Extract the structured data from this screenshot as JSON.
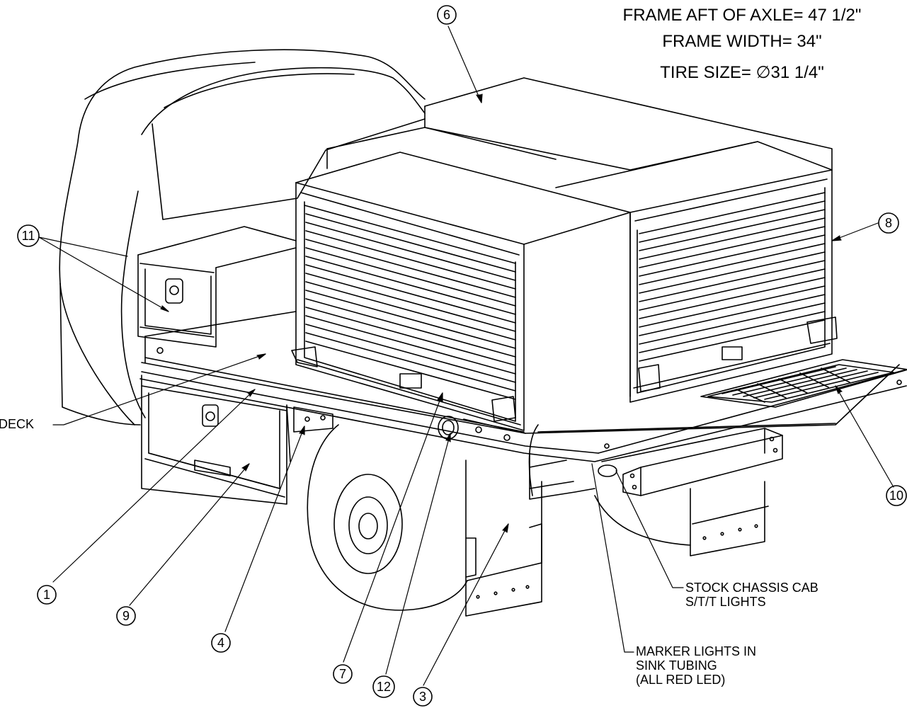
{
  "specs": {
    "line1": "FRAME AFT OF AXLE= 47 1/2\"",
    "line2": "FRAME WIDTH= 34\"",
    "line3": "TIRE SIZE= ",
    "tire_symbol": "∅",
    "tire_value": "31 1/4\""
  },
  "notes": {
    "deck": "DECK",
    "stock_lights_1": "STOCK CHASSIS CAB",
    "stock_lights_2": "S/T/T LIGHTS",
    "marker_1": "MARKER LIGHTS IN",
    "marker_2": "SINK TUBING",
    "marker_3": "(ALL RED LED)"
  },
  "balloons": [
    "1",
    "3",
    "4",
    "6",
    "7",
    "8",
    "9",
    "10",
    "11",
    "12"
  ]
}
